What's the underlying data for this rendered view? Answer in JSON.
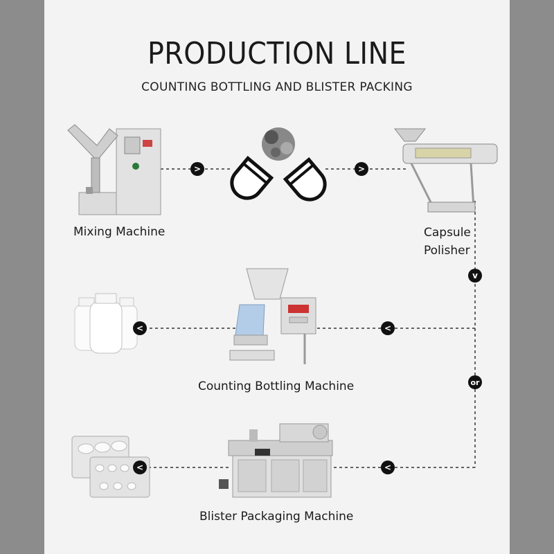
{
  "header": {
    "title": "PRODUCTION LINE",
    "subtitle": "COUNTING BOTTLING AND BLISTER PACKING"
  },
  "machines": {
    "mixing": "Mixing Machine",
    "polisher_line1": "Capsule",
    "polisher_line2": "Polisher",
    "counting": "Counting Bottling Machine",
    "blister": "Blister Packaging Machine"
  },
  "connectors": {
    "right": ">",
    "left": "<",
    "down": "v",
    "or": "or"
  },
  "colors": {
    "background": "#8c8c8c",
    "panel": "#f3f3f3",
    "text": "#1a1a1a",
    "connector": "#111111"
  }
}
